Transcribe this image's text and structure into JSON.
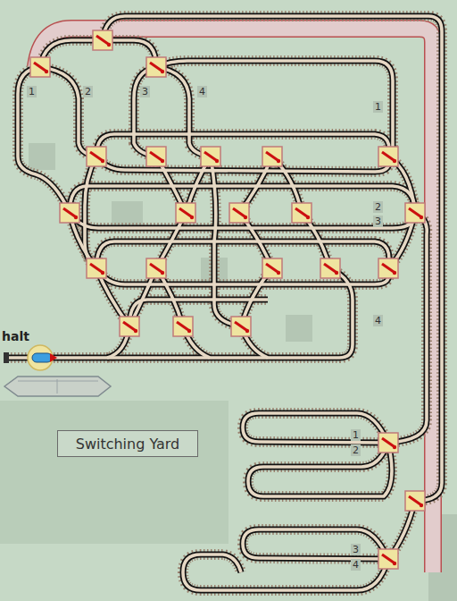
{
  "diagram": {
    "nodes": [
      {
        "text": [
          "Switching Yard"
        ]
      }
    ],
    "labels": [
      "halt",
      "1",
      "2",
      "3",
      "4",
      "1",
      "2",
      "3",
      "4",
      "1",
      "2",
      "3",
      "4"
    ]
  }
}
